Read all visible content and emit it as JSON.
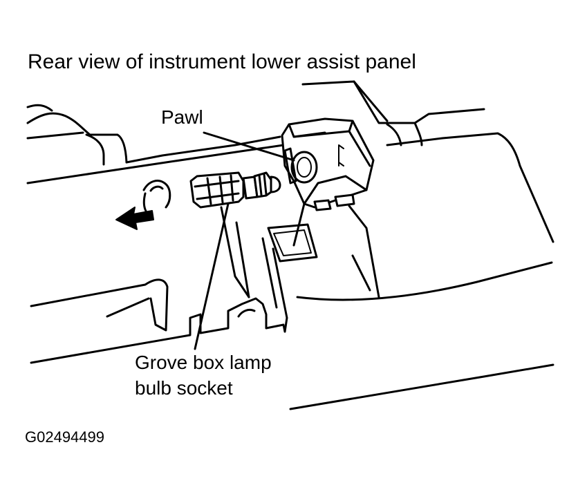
{
  "labels": {
    "title": "Rear view of instrument lower assist panel",
    "pawl": "Pawl",
    "socket_line1": "Grove box lamp",
    "socket_line2": "bulb socket",
    "figure_id": "G02494499"
  }
}
